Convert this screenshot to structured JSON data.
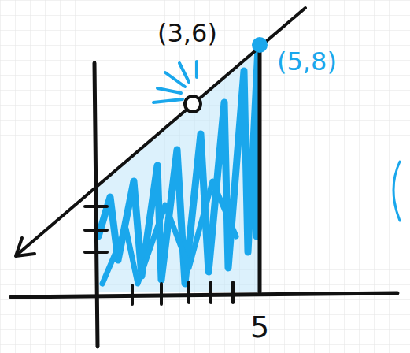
{
  "diagram": {
    "labels": [
      "(3,6)",
      "(5,8)",
      "5"
    ]
  }
}
